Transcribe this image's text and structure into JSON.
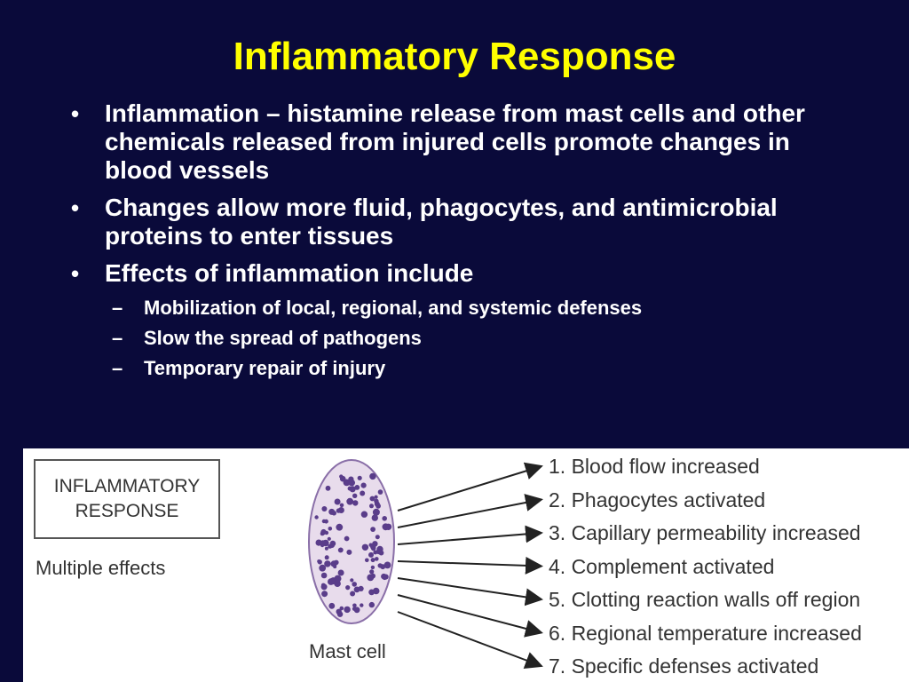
{
  "slide": {
    "title": "Inflammatory Response",
    "bullets": [
      {
        "text": "Inflammation – histamine release from mast cells and other chemicals released from injured cells promote changes in blood vessels",
        "subs": []
      },
      {
        "text": "Changes allow more fluid, phagocytes, and antimicrobial proteins to enter tissues",
        "subs": []
      },
      {
        "text": "Effects of inflammation include",
        "subs": [
          "Mobilization of local, regional, and systemic defenses",
          "Slow the spread of pathogens",
          "Temporary repair of injury"
        ]
      }
    ],
    "bullet_symbol": "•",
    "sub_symbol": "–"
  },
  "figure": {
    "box_line1": "INFLAMMATORY",
    "box_line2": "RESPONSE",
    "subtitle": "Multiple effects",
    "cell_label": "Mast cell",
    "effects": [
      "1. Blood flow increased",
      "2. Phagocytes activated",
      "3. Capillary permeability increased",
      "4. Complement activated",
      "5. Clotting reaction walls off region",
      "6. Regional temperature increased",
      "7. Specific defenses activated"
    ]
  },
  "colors": {
    "background": "#0a0a3a",
    "title": "#ffff00",
    "text": "#ffffff",
    "cell_fill": "#e8dcec",
    "granule": "#5a3d8a"
  }
}
